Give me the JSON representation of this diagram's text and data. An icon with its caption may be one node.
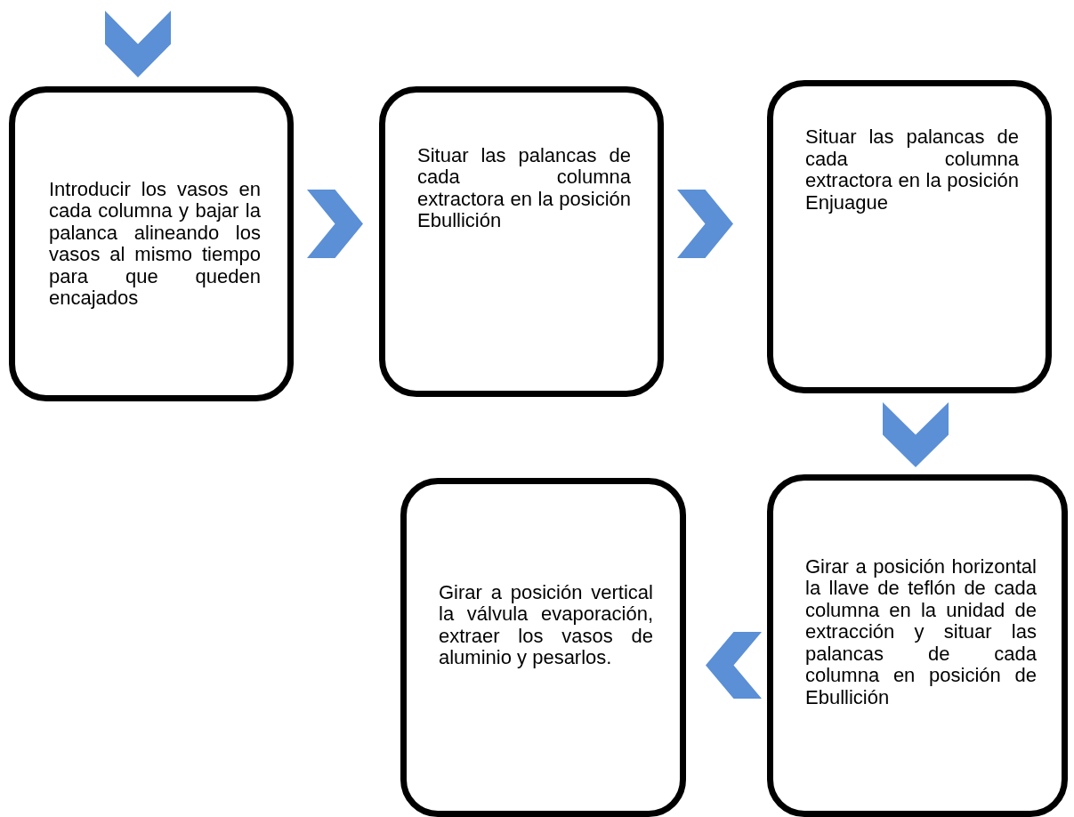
{
  "diagram": {
    "nodes": [
      {
        "text": [
          "Introducir los vasos en cada columna y bajar la palanca alineando los vasos al mismo tiempo para que queden encajados"
        ]
      },
      {
        "text": [
          "Situar las palancas de cada columna extractora en la posición Ebullición"
        ]
      },
      {
        "text": [
          "Situar las palancas de cada columna extractora en la posición Enjuague"
        ]
      },
      {
        "text": [
          "Girar a posición horizontal la llave de teflón de cada columna en la unidad de extracción y situar las palancas de cada columna en posición de Ebullición"
        ]
      },
      {
        "text": [
          "Girar a posición vertical la válvula evaporación, extraer los vasos de aluminio y pesarlos."
        ]
      }
    ],
    "edges": [
      {
        "from": null,
        "to": 0,
        "arrow": "to"
      },
      {
        "from": 0,
        "to": 1,
        "arrow": "to"
      },
      {
        "from": 1,
        "to": 2,
        "arrow": "to"
      },
      {
        "from": 2,
        "to": 3,
        "arrow": "to"
      },
      {
        "from": 3,
        "to": 4,
        "arrow": "to"
      }
    ]
  }
}
